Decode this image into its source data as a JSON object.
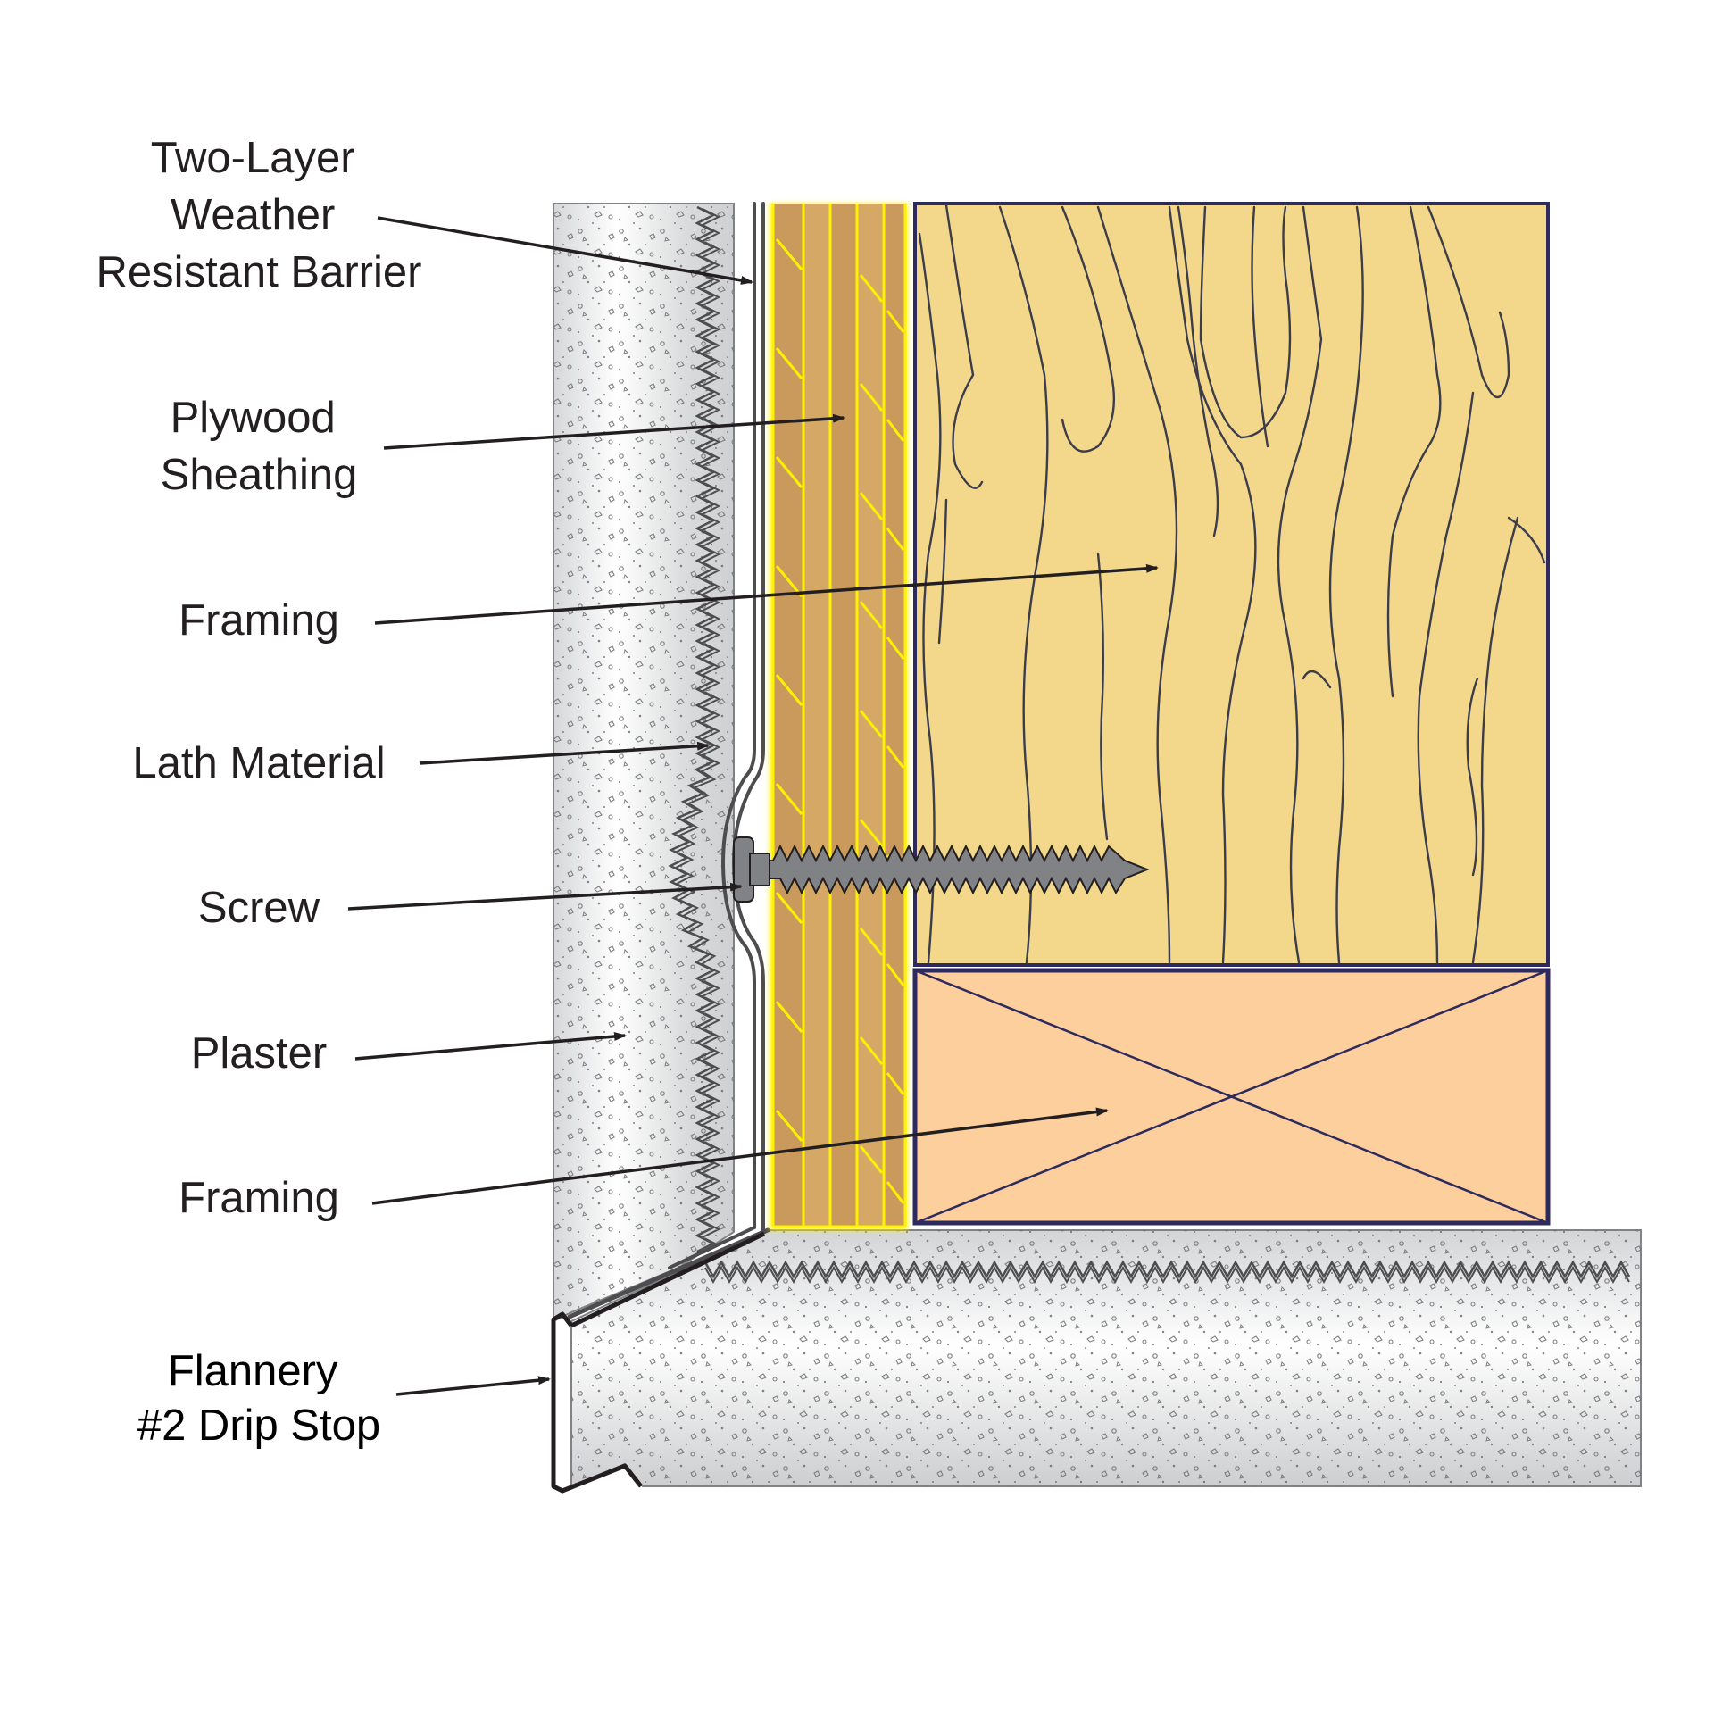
{
  "colors": {
    "plaster_fill": "#e7e7e8",
    "plaster_speckle": "#6d6e71",
    "plywood_dark": "#c99a5b",
    "plywood_mid": "#d4a460",
    "plywood_glow": "#fff200",
    "framing_grain_fill": "#f3d88b",
    "framing_block_fill": "#fdcf9d",
    "outline_navy": "#2e2a5e",
    "grain_line": "#3c3c4a",
    "screw_gray": "#808285",
    "metal_line": "#4d4d4f",
    "text": "#231f20",
    "arrow": "#231f20"
  },
  "labels": [
    {
      "id": "wrb",
      "lines": [
        "Two-Layer",
        "Weather",
        "Resistant Barrier"
      ]
    },
    {
      "id": "plywood",
      "lines": [
        "Plywood",
        "Sheathing"
      ]
    },
    {
      "id": "framing-upper",
      "lines": [
        "Framing"
      ]
    },
    {
      "id": "lath",
      "lines": [
        "Lath Material"
      ]
    },
    {
      "id": "screw",
      "lines": [
        "Screw"
      ]
    },
    {
      "id": "plaster",
      "lines": [
        "Plaster"
      ]
    },
    {
      "id": "framing-lower",
      "lines": [
        "Framing"
      ]
    },
    {
      "id": "drip-stop",
      "lines": [
        "Flannery",
        "#2 Drip Stop"
      ]
    }
  ]
}
